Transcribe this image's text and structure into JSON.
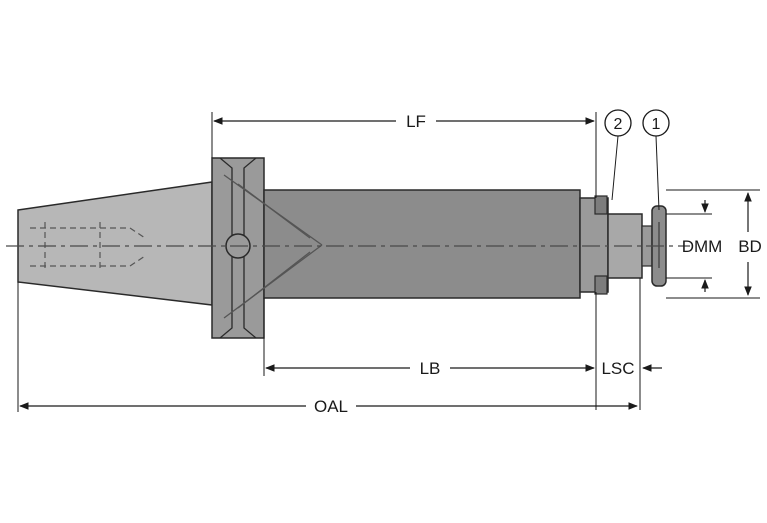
{
  "drawing": {
    "colors": {
      "body_fill": "#8c8c8c",
      "flange_fill": "#9a9a9a",
      "taper_fill": "#b7b7b7",
      "outline": "#2a2a2a",
      "centerline": "#4a4a4a",
      "dim_line": "#1a1a1a"
    },
    "labels": {
      "lf": "LF",
      "lb": "LB",
      "lsc": "LSC",
      "oal": "OAL",
      "dmm": "DMM",
      "bd": "BD"
    },
    "callouts": {
      "one": "1",
      "two": "2"
    }
  }
}
